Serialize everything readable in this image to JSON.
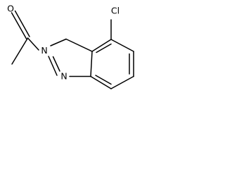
{
  "molecule": {
    "atoms": {
      "oxygen": "O",
      "nitrogen_2": "N",
      "nitrogen_1": "N",
      "chlorine": "Cl"
    }
  }
}
